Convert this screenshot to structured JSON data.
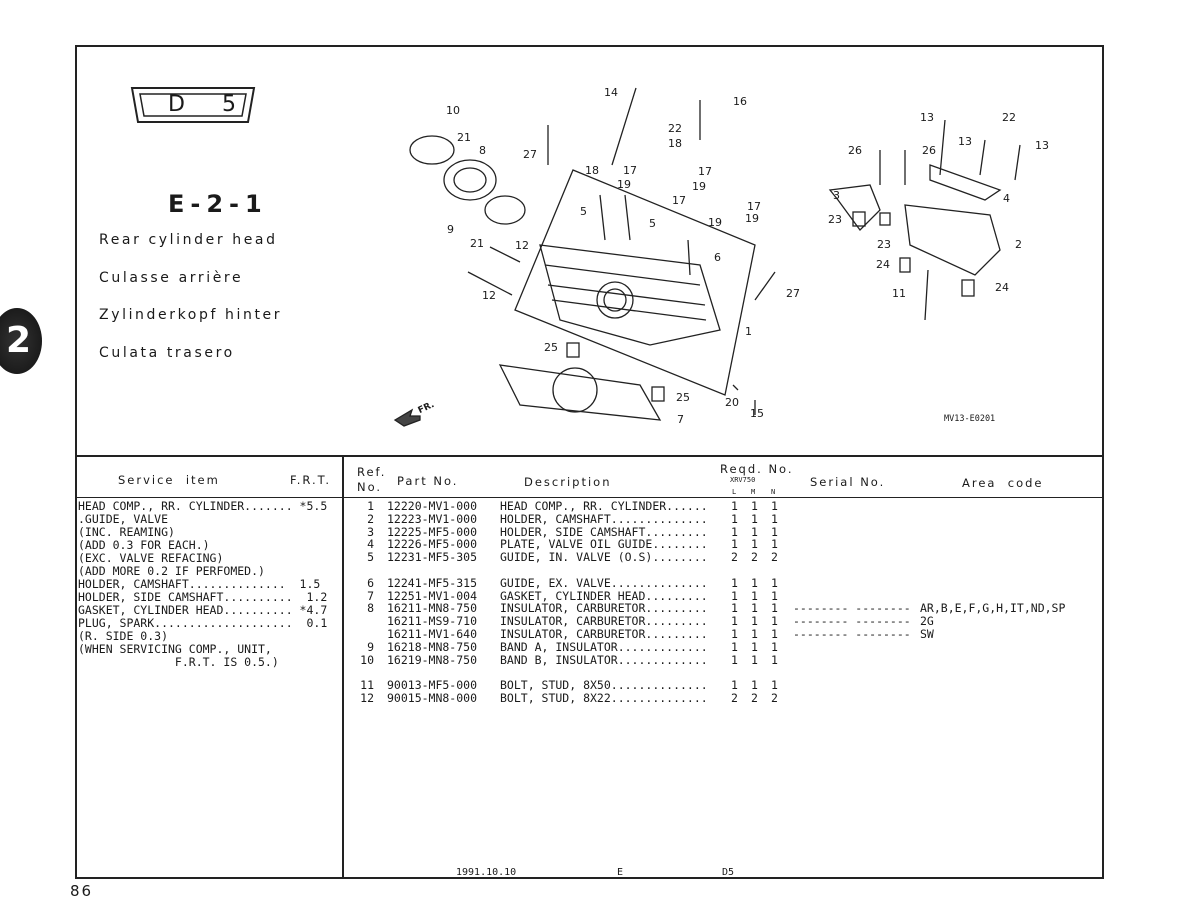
{
  "header": {
    "badge": {
      "letter": "D",
      "number": "5"
    },
    "section": "E-2-1",
    "titles": [
      "Rear cylinder head",
      "Culasse arrière",
      "Zylinderkopf hinter",
      "Culata trasero"
    ],
    "side_tab": "2"
  },
  "diagram": {
    "code": "MV13-E0201",
    "front_label": "FR.",
    "callouts": [
      "14",
      "16",
      "10",
      "21",
      "22",
      "18",
      "8",
      "27",
      "18",
      "17",
      "17",
      "19",
      "19",
      "17",
      "17",
      "5",
      "5",
      "19",
      "19",
      "9",
      "21",
      "12",
      "6",
      "12",
      "27",
      "1",
      "25",
      "25",
      "20",
      "15",
      "7",
      "13",
      "22",
      "26",
      "26",
      "13",
      "13",
      "3",
      "4",
      "23",
      "23",
      "2",
      "24",
      "11",
      "24"
    ]
  },
  "table": {
    "headers": {
      "service_item": "Service  item",
      "frt": "F.R.T.",
      "ref_1": "Ref.",
      "ref_2": "No.",
      "part_no": "Part No.",
      "description": "Description",
      "reqd_no": "Reqd. No.",
      "model": "XRV750",
      "qty_cols": [
        "L",
        "M",
        "N"
      ],
      "serial_no": "Serial No.",
      "area_code": "Area  code"
    },
    "service_items": [
      "HEAD COMP., RR. CYLINDER....... *5.5",
      ".GUIDE, VALVE",
      "(INC. REAMING)",
      "(ADD 0.3 FOR EACH.)",
      "(EXC. VALVE REFACING)",
      "(ADD MORE 0.2 IF PERFOMED.)",
      "HOLDER, CAMSHAFT..............  1.5",
      "HOLDER, SIDE CAMSHAFT..........  1.2",
      "GASKET, CYLINDER HEAD.......... *4.7",
      "PLUG, SPARK....................  0.1",
      "(R. SIDE 0.3)",
      "(WHEN SERVICING COMP., UNIT,",
      "              F.R.T. IS 0.5.)"
    ],
    "parts": [
      {
        "ref": "1",
        "part_no": "12220-MV1-000",
        "description": "HEAD COMP., RR. CYLINDER......",
        "qty": [
          "1",
          "1",
          "1"
        ],
        "serial": "",
        "area": ""
      },
      {
        "ref": "2",
        "part_no": "12223-MV1-000",
        "description": "HOLDER, CAMSHAFT..............",
        "qty": [
          "1",
          "1",
          "1"
        ],
        "serial": "",
        "area": ""
      },
      {
        "ref": "3",
        "part_no": "12225-MF5-000",
        "description": "HOLDER, SIDE CAMSHAFT.........",
        "qty": [
          "1",
          "1",
          "1"
        ],
        "serial": "",
        "area": ""
      },
      {
        "ref": "4",
        "part_no": "12226-MF5-000",
        "description": "PLATE, VALVE OIL GUIDE........",
        "qty": [
          "1",
          "1",
          "1"
        ],
        "serial": "",
        "area": ""
      },
      {
        "ref": "5",
        "part_no": "12231-MF5-305",
        "description": "GUIDE, IN. VALVE (O.S)........",
        "qty": [
          "2",
          "2",
          "2"
        ],
        "serial": "",
        "area": ""
      },
      null,
      {
        "ref": "6",
        "part_no": "12241-MF5-315",
        "description": "GUIDE, EX. VALVE..............",
        "qty": [
          "1",
          "1",
          "1"
        ],
        "serial": "",
        "area": ""
      },
      {
        "ref": "7",
        "part_no": "12251-MV1-004",
        "description": "GASKET, CYLINDER HEAD.........",
        "qty": [
          "1",
          "1",
          "1"
        ],
        "serial": "",
        "area": ""
      },
      {
        "ref": "8",
        "part_no": "16211-MN8-750",
        "description": "INSULATOR, CARBURETOR.........",
        "qty": [
          "1",
          "1",
          "1"
        ],
        "serial": "-------- --------",
        "area": "AR,B,E,F,G,H,IT,ND,SP"
      },
      {
        "ref": "",
        "part_no": "16211-MS9-710",
        "description": "INSULATOR, CARBURETOR.........",
        "qty": [
          "1",
          "1",
          "1"
        ],
        "serial": "-------- --------",
        "area": "2G"
      },
      {
        "ref": "",
        "part_no": "16211-MV1-640",
        "description": "INSULATOR, CARBURETOR.........",
        "qty": [
          "1",
          "1",
          "1"
        ],
        "serial": "-------- --------",
        "area": "SW"
      },
      {
        "ref": "9",
        "part_no": "16218-MN8-750",
        "description": "BAND A, INSULATOR.............",
        "qty": [
          "1",
          "1",
          "1"
        ],
        "serial": "",
        "area": ""
      },
      {
        "ref": "10",
        "part_no": "16219-MN8-750",
        "description": "BAND B, INSULATOR.............",
        "qty": [
          "1",
          "1",
          "1"
        ],
        "serial": "",
        "area": ""
      },
      null,
      {
        "ref": "11",
        "part_no": "90013-MF5-000",
        "description": "BOLT, STUD, 8X50..............",
        "qty": [
          "1",
          "1",
          "1"
        ],
        "serial": "",
        "area": ""
      },
      {
        "ref": "12",
        "part_no": "90015-MN8-000",
        "description": "BOLT, STUD, 8X22..............",
        "qty": [
          "2",
          "2",
          "2"
        ],
        "serial": "",
        "area": ""
      }
    ]
  },
  "footer": {
    "date": "1991.10.10",
    "code": "E",
    "section": "D5",
    "page_number": "86"
  }
}
